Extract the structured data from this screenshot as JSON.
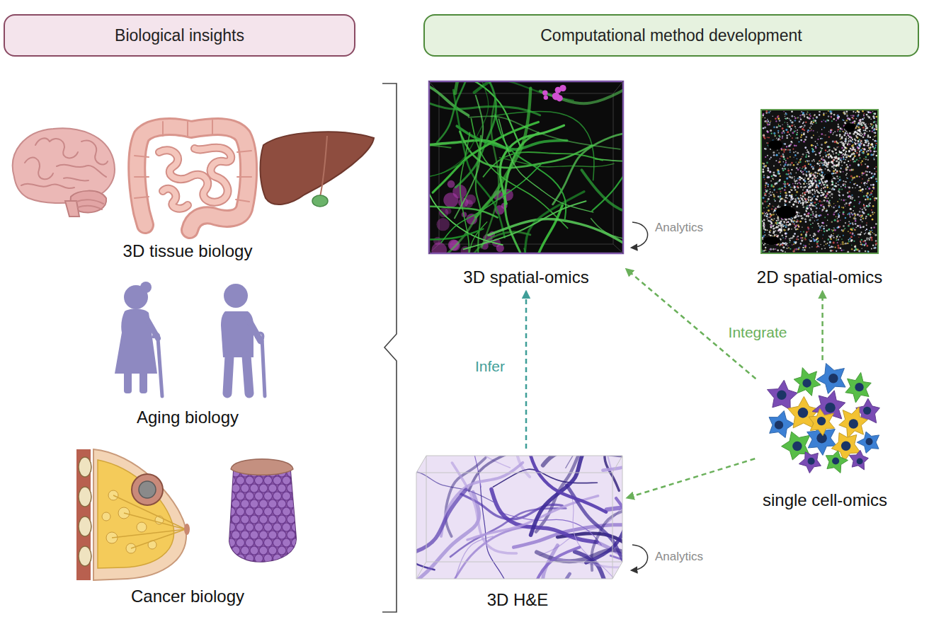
{
  "diagram": {
    "nodes": [
      {
        "text": [
          "Biological insights"
        ]
      },
      {
        "text": [
          "Computational method development"
        ]
      },
      {
        "text": [
          "3D spatial-omics"
        ]
      },
      {
        "text": [
          "2D spatial-omics"
        ]
      },
      {
        "text": [
          "3D H&E"
        ]
      },
      {
        "text": [
          "single cell-omics"
        ]
      }
    ],
    "edges": [
      {
        "from": 4,
        "to": 2,
        "label": "Infer",
        "arrow": "to"
      },
      {
        "from": 5,
        "to": 2,
        "label": "Integrate",
        "arrow": "to"
      },
      {
        "from": 5,
        "to": 3,
        "arrow": "to"
      },
      {
        "from": 5,
        "to": 4,
        "arrow": "to"
      }
    ],
    "labels": [
      "3D tissue biology",
      "Aging biology",
      "Cancer biology",
      "Analytics",
      "Analytics"
    ]
  }
}
